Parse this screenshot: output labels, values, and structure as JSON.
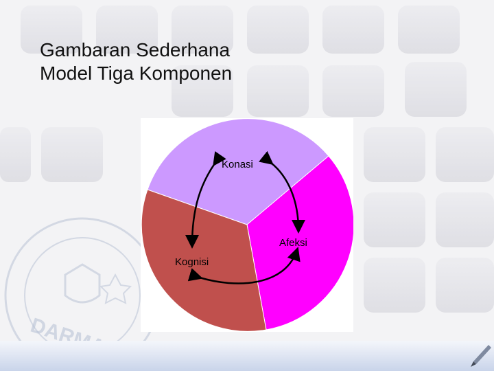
{
  "slide": {
    "title_line1": "Gambaran Sederhana",
    "title_line2": "Model Tiga Komponen"
  },
  "diagram": {
    "segments": [
      {
        "label": "Konasi",
        "color": "#cc99ff"
      },
      {
        "label": "Afeksi",
        "color": "#ff00ff"
      },
      {
        "label": "Kognisi",
        "color": "#c0504d"
      }
    ]
  },
  "background": {
    "tile_color": "#e2e2e7",
    "seal_color": "#b9c3d6",
    "seal_text": "DARMAJAYA"
  }
}
